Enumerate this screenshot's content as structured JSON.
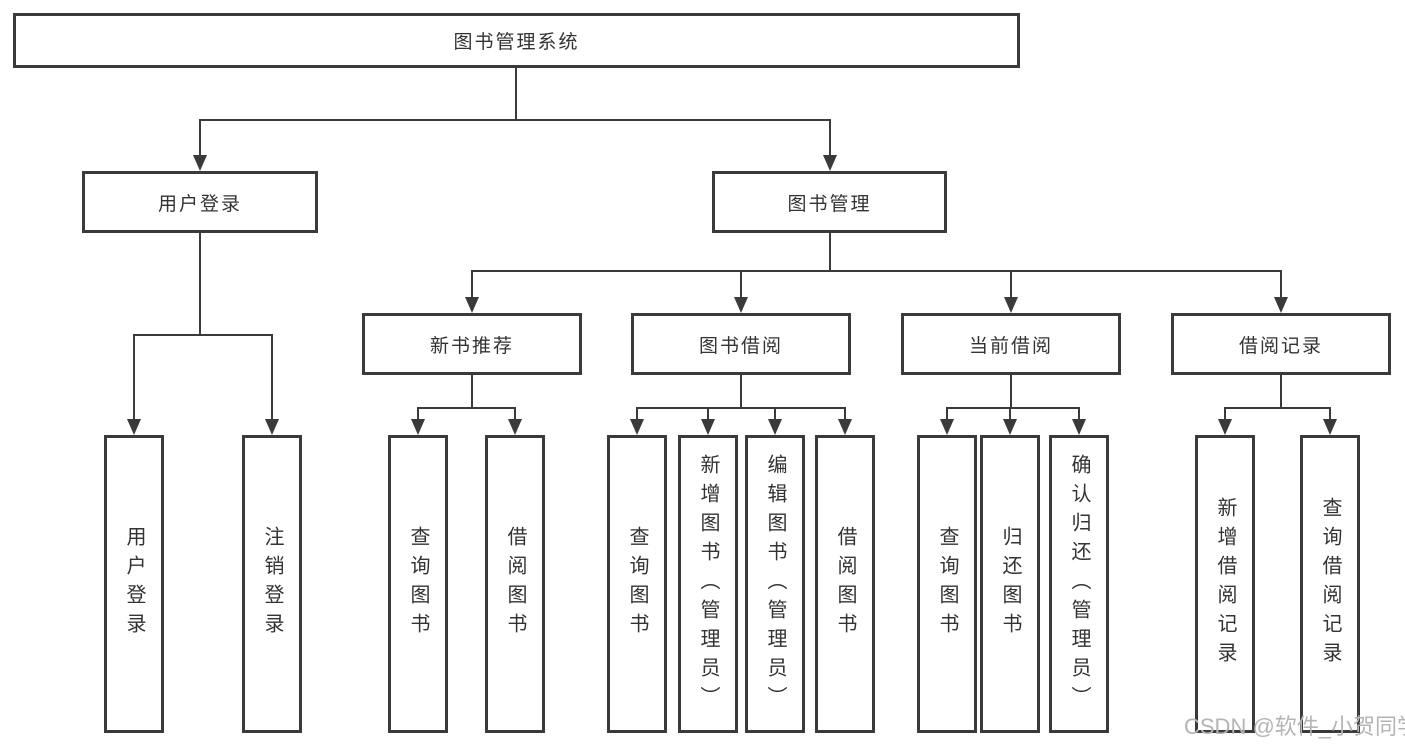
{
  "colors": {
    "line": "#3a3a3a",
    "text": "#333333",
    "box_background": "#ffffff",
    "watermark": "#b4b4b4"
  },
  "tree": {
    "root": "图书管理系统",
    "branches": [
      {
        "label": "用户登录",
        "children": [
          "用户登录",
          "注销登录"
        ]
      },
      {
        "label": "图书管理",
        "groups": [
          {
            "label": "新书推荐",
            "children": [
              "查询图书",
              "借阅图书"
            ]
          },
          {
            "label": "图书借阅",
            "children": [
              "查询图书",
              "新增图书（管理员）",
              "编辑图书（管理员）",
              "借阅图书"
            ]
          },
          {
            "label": "当前借阅",
            "children": [
              "查询图书",
              "归还图书",
              "确认归还（管理员）"
            ]
          },
          {
            "label": "借阅记录",
            "children": [
              "新增借阅记录",
              "查询借阅记录"
            ]
          }
        ]
      }
    ]
  },
  "watermark": "CSDN @软件_小贺同学"
}
